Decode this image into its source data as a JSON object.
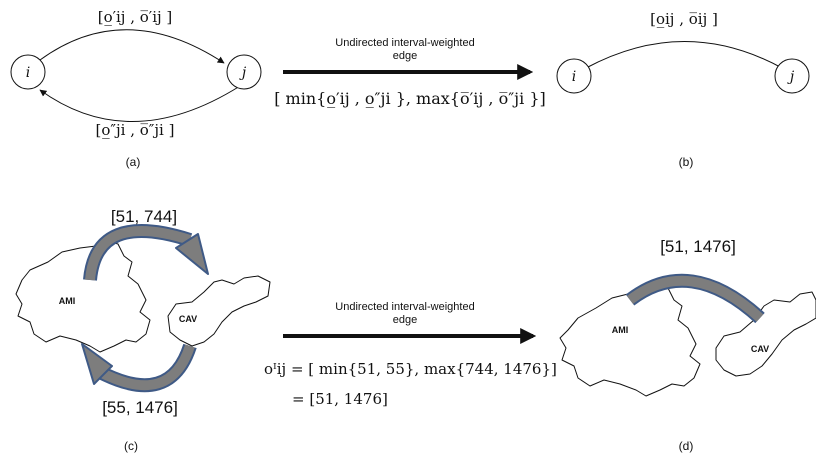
{
  "panel_a": {
    "node_i": "i",
    "node_j": "j",
    "top_interval": "[o̲′ij , o̅′ij ]",
    "bottom_interval": "[o̲″ji , o̅″ji ]",
    "caption": "(a)"
  },
  "center_top": {
    "arrow_label_line1": "Undirected interval-weighted",
    "arrow_label_line2": "edge",
    "formula": "[ min{o̲′ij , o̲″ji }, max{o̅′ij , o̅″ji }]"
  },
  "panel_b": {
    "node_i": "i",
    "node_j": "j",
    "interval": "[o̲ij , o̅ij ]",
    "caption": "(b)"
  },
  "panel_c": {
    "top_interval": "[51, 744]",
    "bottom_interval": "[55, 1476]",
    "region_left": "AMI",
    "region_right": "CAV",
    "caption": "(c)"
  },
  "center_bottom": {
    "arrow_label_line1": "Undirected interval-weighted",
    "arrow_label_line2": "edge",
    "formula_line1": "oᴵij = [ min{51, 55}, max{744, 1476}]",
    "formula_line2": "= [51, 1476]"
  },
  "panel_d": {
    "interval": "[51, 1476]",
    "region_left": "AMI",
    "region_right": "CAV",
    "caption": "(d)"
  },
  "colors": {
    "arc_edge": "#3f5a86",
    "arc_fill": "#7d7d7d",
    "ink": "#111111"
  }
}
